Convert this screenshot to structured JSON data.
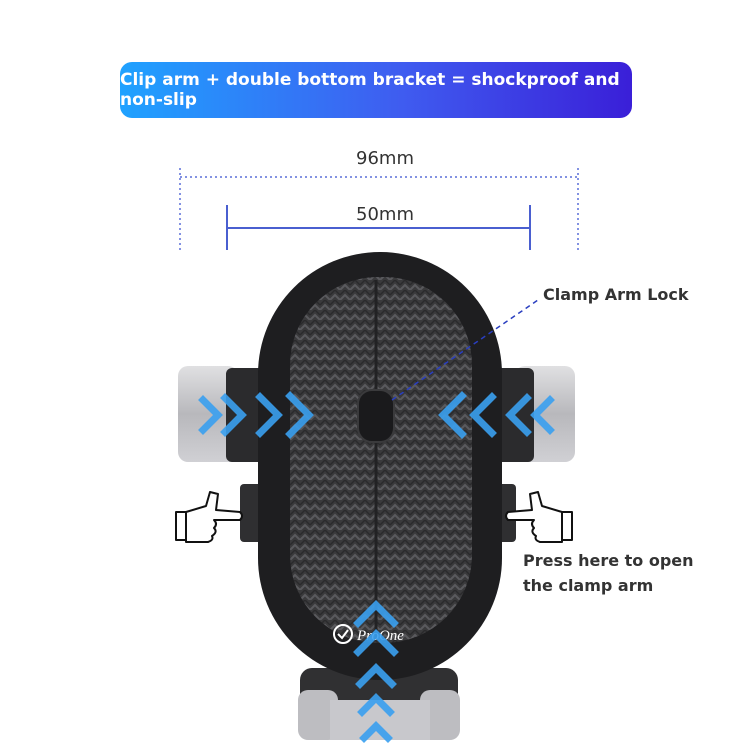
{
  "banner": {
    "text": "Clip arm + double bottom bracket = shockproof and non-slip"
  },
  "dimensions": {
    "outer": "96mm",
    "inner": "50mm"
  },
  "callouts": {
    "clamp_arm_lock": "Clamp Arm Lock",
    "press_line1": "Press here to open",
    "press_line2": "the clamp arm"
  },
  "logo": {
    "text": "ProOne"
  },
  "icons": [
    "chevron-right-icon",
    "chevron-left-icon",
    "chevron-up-icon",
    "pointing-hand-icon"
  ],
  "colors": {
    "arrow": "#3aa0f0",
    "banner_start": "#1fa2ff",
    "banner_end": "#3a1fd8",
    "dimension_line": "#4a5fd0"
  }
}
